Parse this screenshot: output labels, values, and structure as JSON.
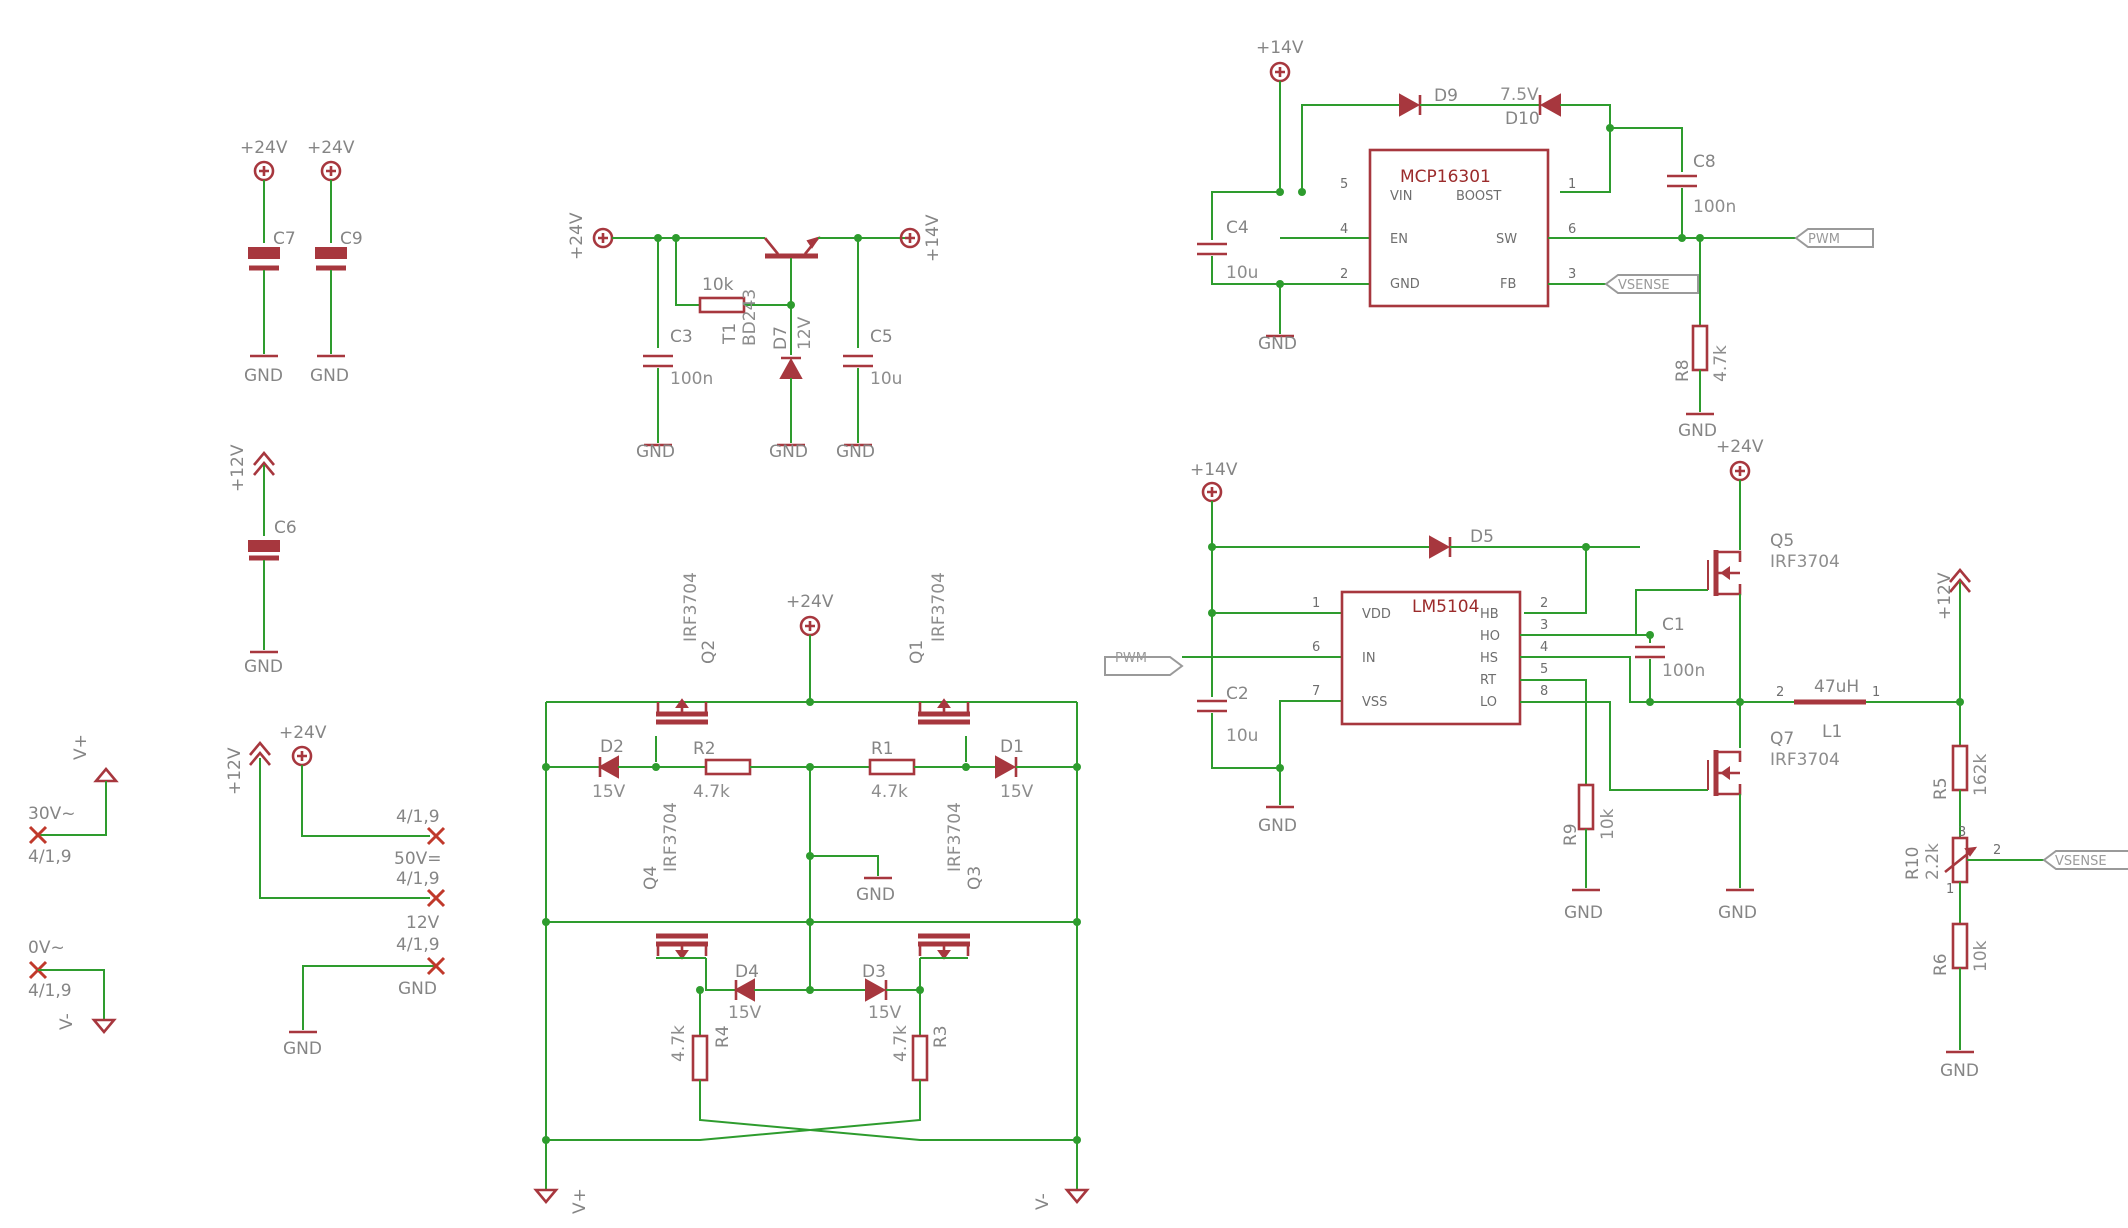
{
  "colors": {
    "wire": "#2e9c2e",
    "symbol": "#a7373e",
    "label": "#858585",
    "background": "#ffffff"
  },
  "nets": {
    "p24": "+24V",
    "p14": "+14V",
    "p12": "+12V",
    "gnd": "GND",
    "vplus": "V+",
    "vminus": "V-",
    "pwm": "PWM",
    "vsense": "VSENSE"
  },
  "parts": {
    "c7": {
      "name": "C7"
    },
    "c9": {
      "name": "C9"
    },
    "c6": {
      "name": "C6"
    },
    "c3": {
      "name": "C3",
      "value": "100n"
    },
    "r_t1": {
      "value": "10k"
    },
    "t1": {
      "name": "T1",
      "value": "BD243"
    },
    "d7": {
      "name": "D7",
      "value": "12V"
    },
    "c5": {
      "name": "C5",
      "value": "10u"
    },
    "c4": {
      "name": "C4",
      "value": "10u"
    },
    "d9": {
      "name": "D9"
    },
    "d10": {
      "name": "D10",
      "value": "7.5V"
    },
    "c8": {
      "name": "C8",
      "value": "100n"
    },
    "r8": {
      "name": "R8",
      "value": "4.7k"
    },
    "mcp": {
      "name": "MCP16301",
      "pins": [
        "VIN",
        "EN",
        "GND",
        "BOOST",
        "SW",
        "FB"
      ],
      "pin_numbers": [
        "5",
        "4",
        "2",
        "1",
        "6",
        "3"
      ]
    },
    "lm": {
      "name": "LM5104",
      "pins": [
        "VDD",
        "IN",
        "VSS",
        "HB",
        "HO",
        "HS",
        "RT",
        "LO"
      ],
      "pin_numbers": [
        "1",
        "6",
        "7",
        "2",
        "3",
        "4",
        "5",
        "8"
      ]
    },
    "d5": {
      "name": "D5"
    },
    "c2": {
      "name": "C2",
      "value": "10u"
    },
    "c1": {
      "name": "C1",
      "value": "100n"
    },
    "q5": {
      "name": "Q5",
      "value": "IRF3704"
    },
    "q7": {
      "name": "Q7",
      "value": "IRF3704"
    },
    "l1": {
      "name": "L1",
      "value": "47uH",
      "pin1": "1",
      "pin2": "2"
    },
    "r9": {
      "name": "R9",
      "value": "10k"
    },
    "r5": {
      "name": "R5",
      "value": "162k"
    },
    "r10": {
      "name": "R10",
      "value": "2.2k",
      "pin1": "1",
      "pin2": "2",
      "pin3": "3"
    },
    "r6": {
      "name": "R6",
      "value": "10k"
    },
    "q1": {
      "name": "Q1",
      "value": "IRF3704"
    },
    "q2": {
      "name": "Q2",
      "value": "IRF3704"
    },
    "q3": {
      "name": "Q3",
      "value": "IRF3704"
    },
    "q4": {
      "name": "Q4",
      "value": "IRF3704"
    },
    "r1": {
      "name": "R1",
      "value": "4.7k"
    },
    "r2": {
      "name": "R2",
      "value": "4.7k"
    },
    "r3": {
      "name": "R3",
      "value": "4.7k"
    },
    "r4": {
      "name": "R4",
      "value": "4.7k"
    },
    "d1": {
      "name": "D1",
      "value": "15V"
    },
    "d2": {
      "name": "D2",
      "value": "15V"
    },
    "d3": {
      "name": "D3",
      "value": "15V"
    },
    "d4": {
      "name": "D4",
      "value": "15V"
    }
  },
  "connectors": {
    "left_top": {
      "value": "30V~",
      "pin": "4/1,9"
    },
    "left_bottom": {
      "value": "0V~",
      "pin": "4/1,9"
    },
    "right_1": {
      "pin": "4/1,9",
      "value": "50V="
    },
    "right_2": {
      "pin": "4/1,9",
      "value": "12V"
    },
    "right_3": {
      "pin": "4/1,9",
      "value": "GND"
    }
  }
}
